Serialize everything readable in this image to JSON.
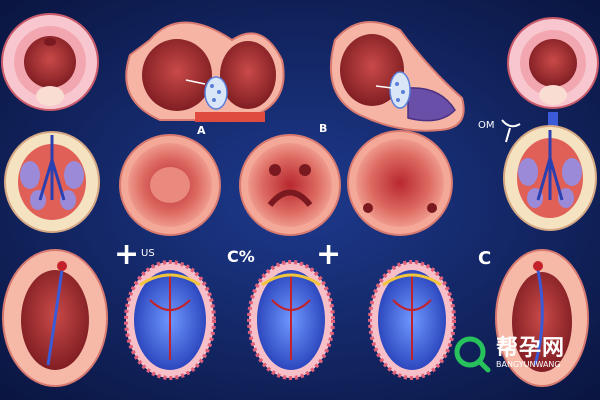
{
  "colors": {
    "background_center": "#1e3a8e",
    "background_edge": "#0a1540",
    "tissue_light": "#f6c2b4",
    "tissue_mid": "#e26f63",
    "tissue_dark": "#8e1e24",
    "vessel_blue": "#3a5ad8",
    "watermark_green": "#27c25c"
  },
  "labels": {
    "a": "A",
    "b": "B",
    "om": "OM",
    "plus1": "+",
    "us": "US",
    "c_pct": "C%",
    "plus2": "+",
    "c": "C"
  },
  "watermark": {
    "cn": "帮孕网",
    "en": "BANGYUNWANG",
    "icon": "magnifier-q-icon"
  }
}
